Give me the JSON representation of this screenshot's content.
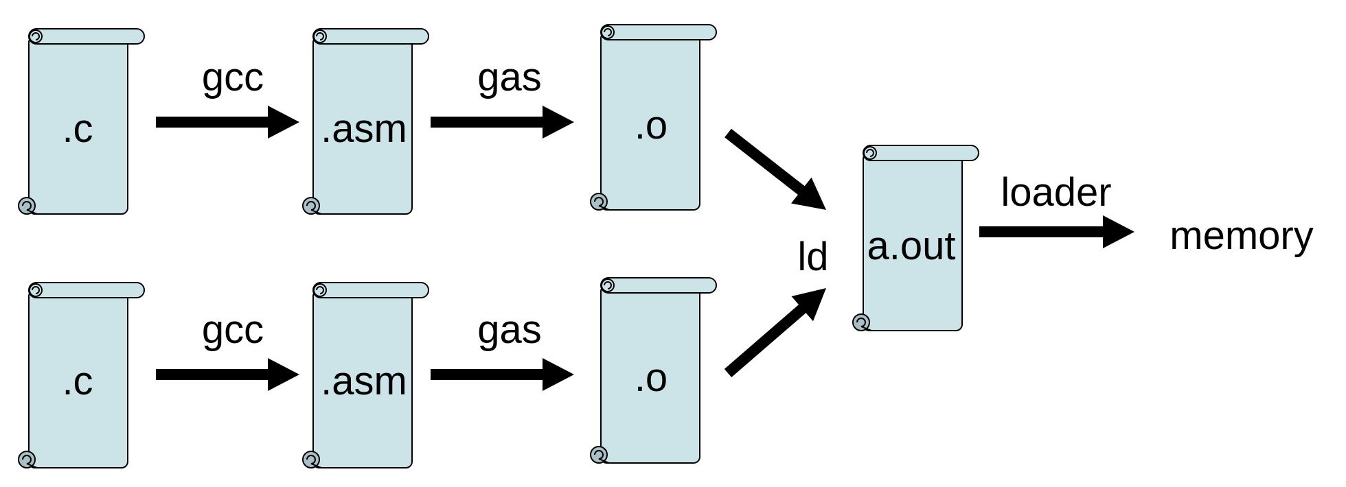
{
  "colors": {
    "scroll_fill": "#cce3e8",
    "curl_fill": "#a9c1c6",
    "outline": "#000000",
    "arrow": "#000000",
    "text": "#000000"
  },
  "files": {
    "c_top": ".c",
    "asm_top": ".asm",
    "o_top": ".o",
    "c_bottom": ".c",
    "asm_bottom": ".asm",
    "o_bottom": ".o",
    "aout": "a.out"
  },
  "edges": {
    "gcc_top": "gcc",
    "gas_top": "gas",
    "gcc_bottom": "gcc",
    "gas_bottom": "gas",
    "ld": "ld",
    "loader": "loader"
  },
  "targets": {
    "memory": "memory"
  }
}
